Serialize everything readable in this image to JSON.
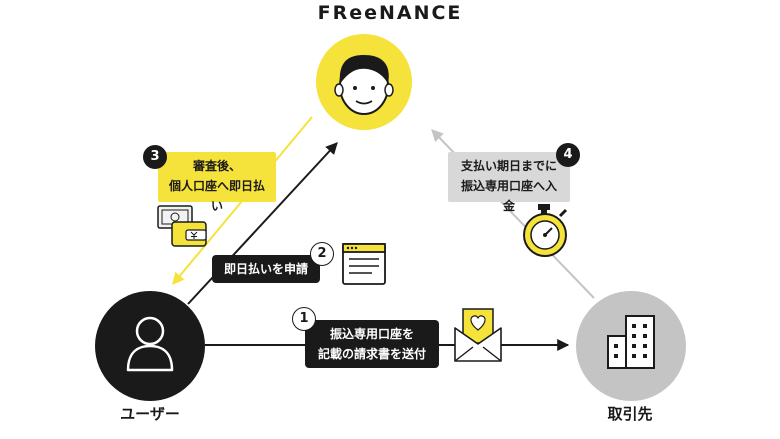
{
  "brand": {
    "logo_text": "FReeNANCE"
  },
  "nodes": {
    "user_label": "ユーザー",
    "client_label": "取引先"
  },
  "steps": [
    {
      "number": "1",
      "line1": "振込専用口座を",
      "line2": "記載の請求書を送付"
    },
    {
      "number": "2",
      "text": "即日払いを申請"
    },
    {
      "number": "3",
      "line1": "審査後、",
      "line2": "個人口座へ即日払い"
    },
    {
      "number": "4",
      "line1": "支払い期日までに",
      "line2": "振込専用口座へ入金"
    }
  ],
  "icons": {
    "freenance_node": "person-face-icon",
    "user_node": "user-silhouette-icon",
    "client_node": "building-icon",
    "step1": "invoice-envelope-icon",
    "step2": "application-form-icon",
    "step3": "cash-wallet-icon",
    "step4": "stopwatch-icon"
  },
  "colors": {
    "yellow": "#f5e23a",
    "dark": "#1a1a1a",
    "grey": "#c4c4c4",
    "light_grey": "#d8d8d8"
  }
}
